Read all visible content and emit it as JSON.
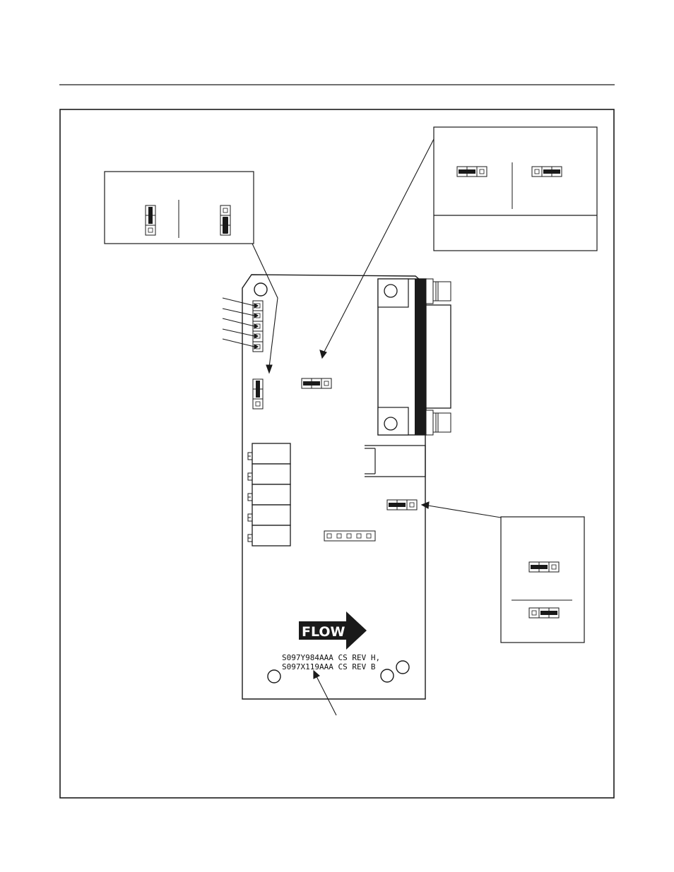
{
  "board": {
    "flow_label": "FLOW",
    "part_number_line1": "S097Y984AAA  CS REV H,",
    "part_number_line2": "S097X119AAA  CS REV B"
  },
  "colors": {
    "ink": "#1a1a1a",
    "background": "#ffffff"
  }
}
